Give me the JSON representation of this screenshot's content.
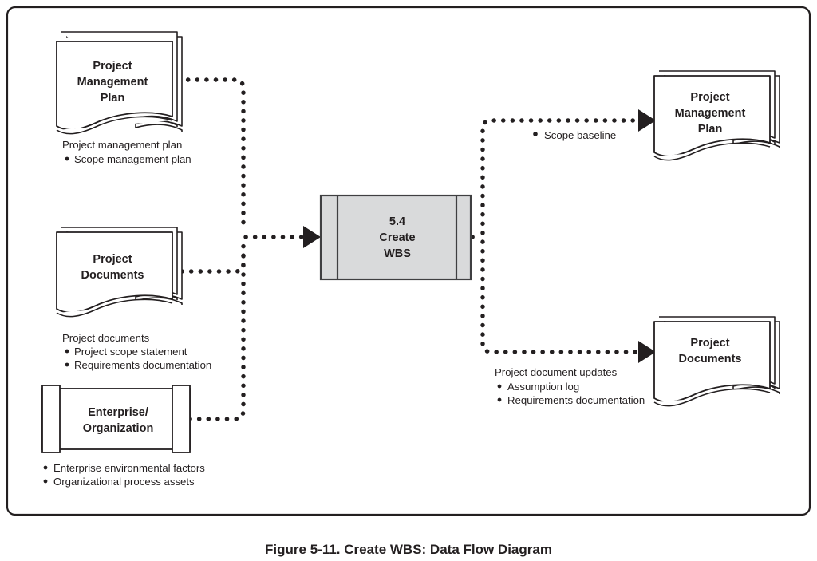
{
  "figure": {
    "caption": "Figure 5-11. Create WBS: Data Flow Diagram",
    "accent_color": "#231f20",
    "process_fill": "#d9dadb"
  },
  "process": {
    "number": "5.4",
    "name_line1": "Create",
    "name_line2": "WBS",
    "full_name": "5.4 Create WBS"
  },
  "inputs": [
    {
      "id": "project-management-plan",
      "shape": "document-stack",
      "title_lines": [
        "Project",
        "Management",
        "Plan"
      ],
      "annotation_heading": "Project management plan",
      "annotation_items": [
        "Scope management plan"
      ]
    },
    {
      "id": "project-documents",
      "shape": "document-stack",
      "title_lines": [
        "Project",
        "Documents"
      ],
      "annotation_heading": "Project documents",
      "annotation_items": [
        "Project scope statement",
        "Requirements documentation"
      ]
    },
    {
      "id": "enterprise-organization",
      "shape": "data-store",
      "title_lines": [
        "Enterprise/",
        "Organization"
      ],
      "annotation_heading": "",
      "annotation_items": [
        "Enterprise environmental factors",
        "Organizational process assets"
      ]
    }
  ],
  "outputs": [
    {
      "id": "project-management-plan-out",
      "shape": "document-stack",
      "title_lines": [
        "Project",
        "Management",
        "Plan"
      ],
      "annotation_heading": "",
      "annotation_items": [
        "Scope baseline"
      ]
    },
    {
      "id": "project-documents-out",
      "shape": "document-stack",
      "title_lines": [
        "Project",
        "Documents"
      ],
      "annotation_heading": "Project document updates",
      "annotation_items": [
        "Assumption log",
        "Requirements documentation"
      ]
    }
  ]
}
